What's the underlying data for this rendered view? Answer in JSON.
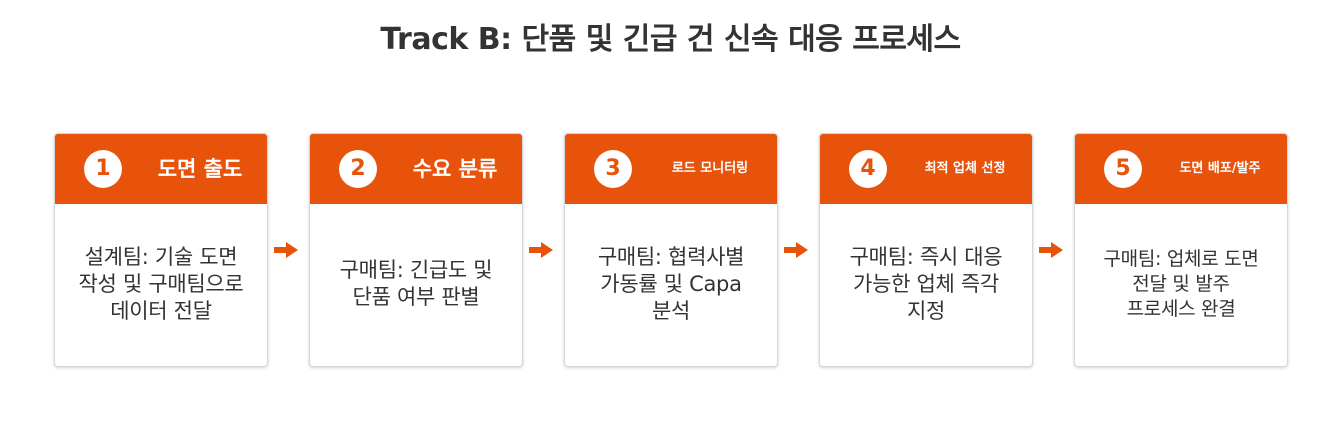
{
  "title": "Track B: 단품 및 긴급 건 신속 대응 프로세스",
  "steps": [
    {
      "number": "1",
      "label": "도면 출도",
      "desc": "설계팀: 기술 도면\n작성 및 구매팀으로\n데이터 전달"
    },
    {
      "number": "2",
      "label": "수요 분류",
      "desc": "구매팀: 긴급도 및\n단품 여부 판별"
    },
    {
      "number": "3",
      "label": "로드 모니터링",
      "desc": "구매팀: 협력사별\n가동률 및 Capa\n분석"
    },
    {
      "number": "4",
      "label": "최적 업체 선정",
      "desc": "구매팀: 즉시 대응\n가능한 업체 즉각\n지정"
    },
    {
      "number": "5",
      "label": "도면 배포/발주",
      "desc": "구매팀: 업체로 도면\n전달 및 발주\n프로세스 완결"
    }
  ],
  "colors": {
    "accent": "#e8530c",
    "text": "#333333",
    "card_border": "#d7d7d7"
  },
  "icons": {
    "connector": "right-arrow-icon"
  }
}
